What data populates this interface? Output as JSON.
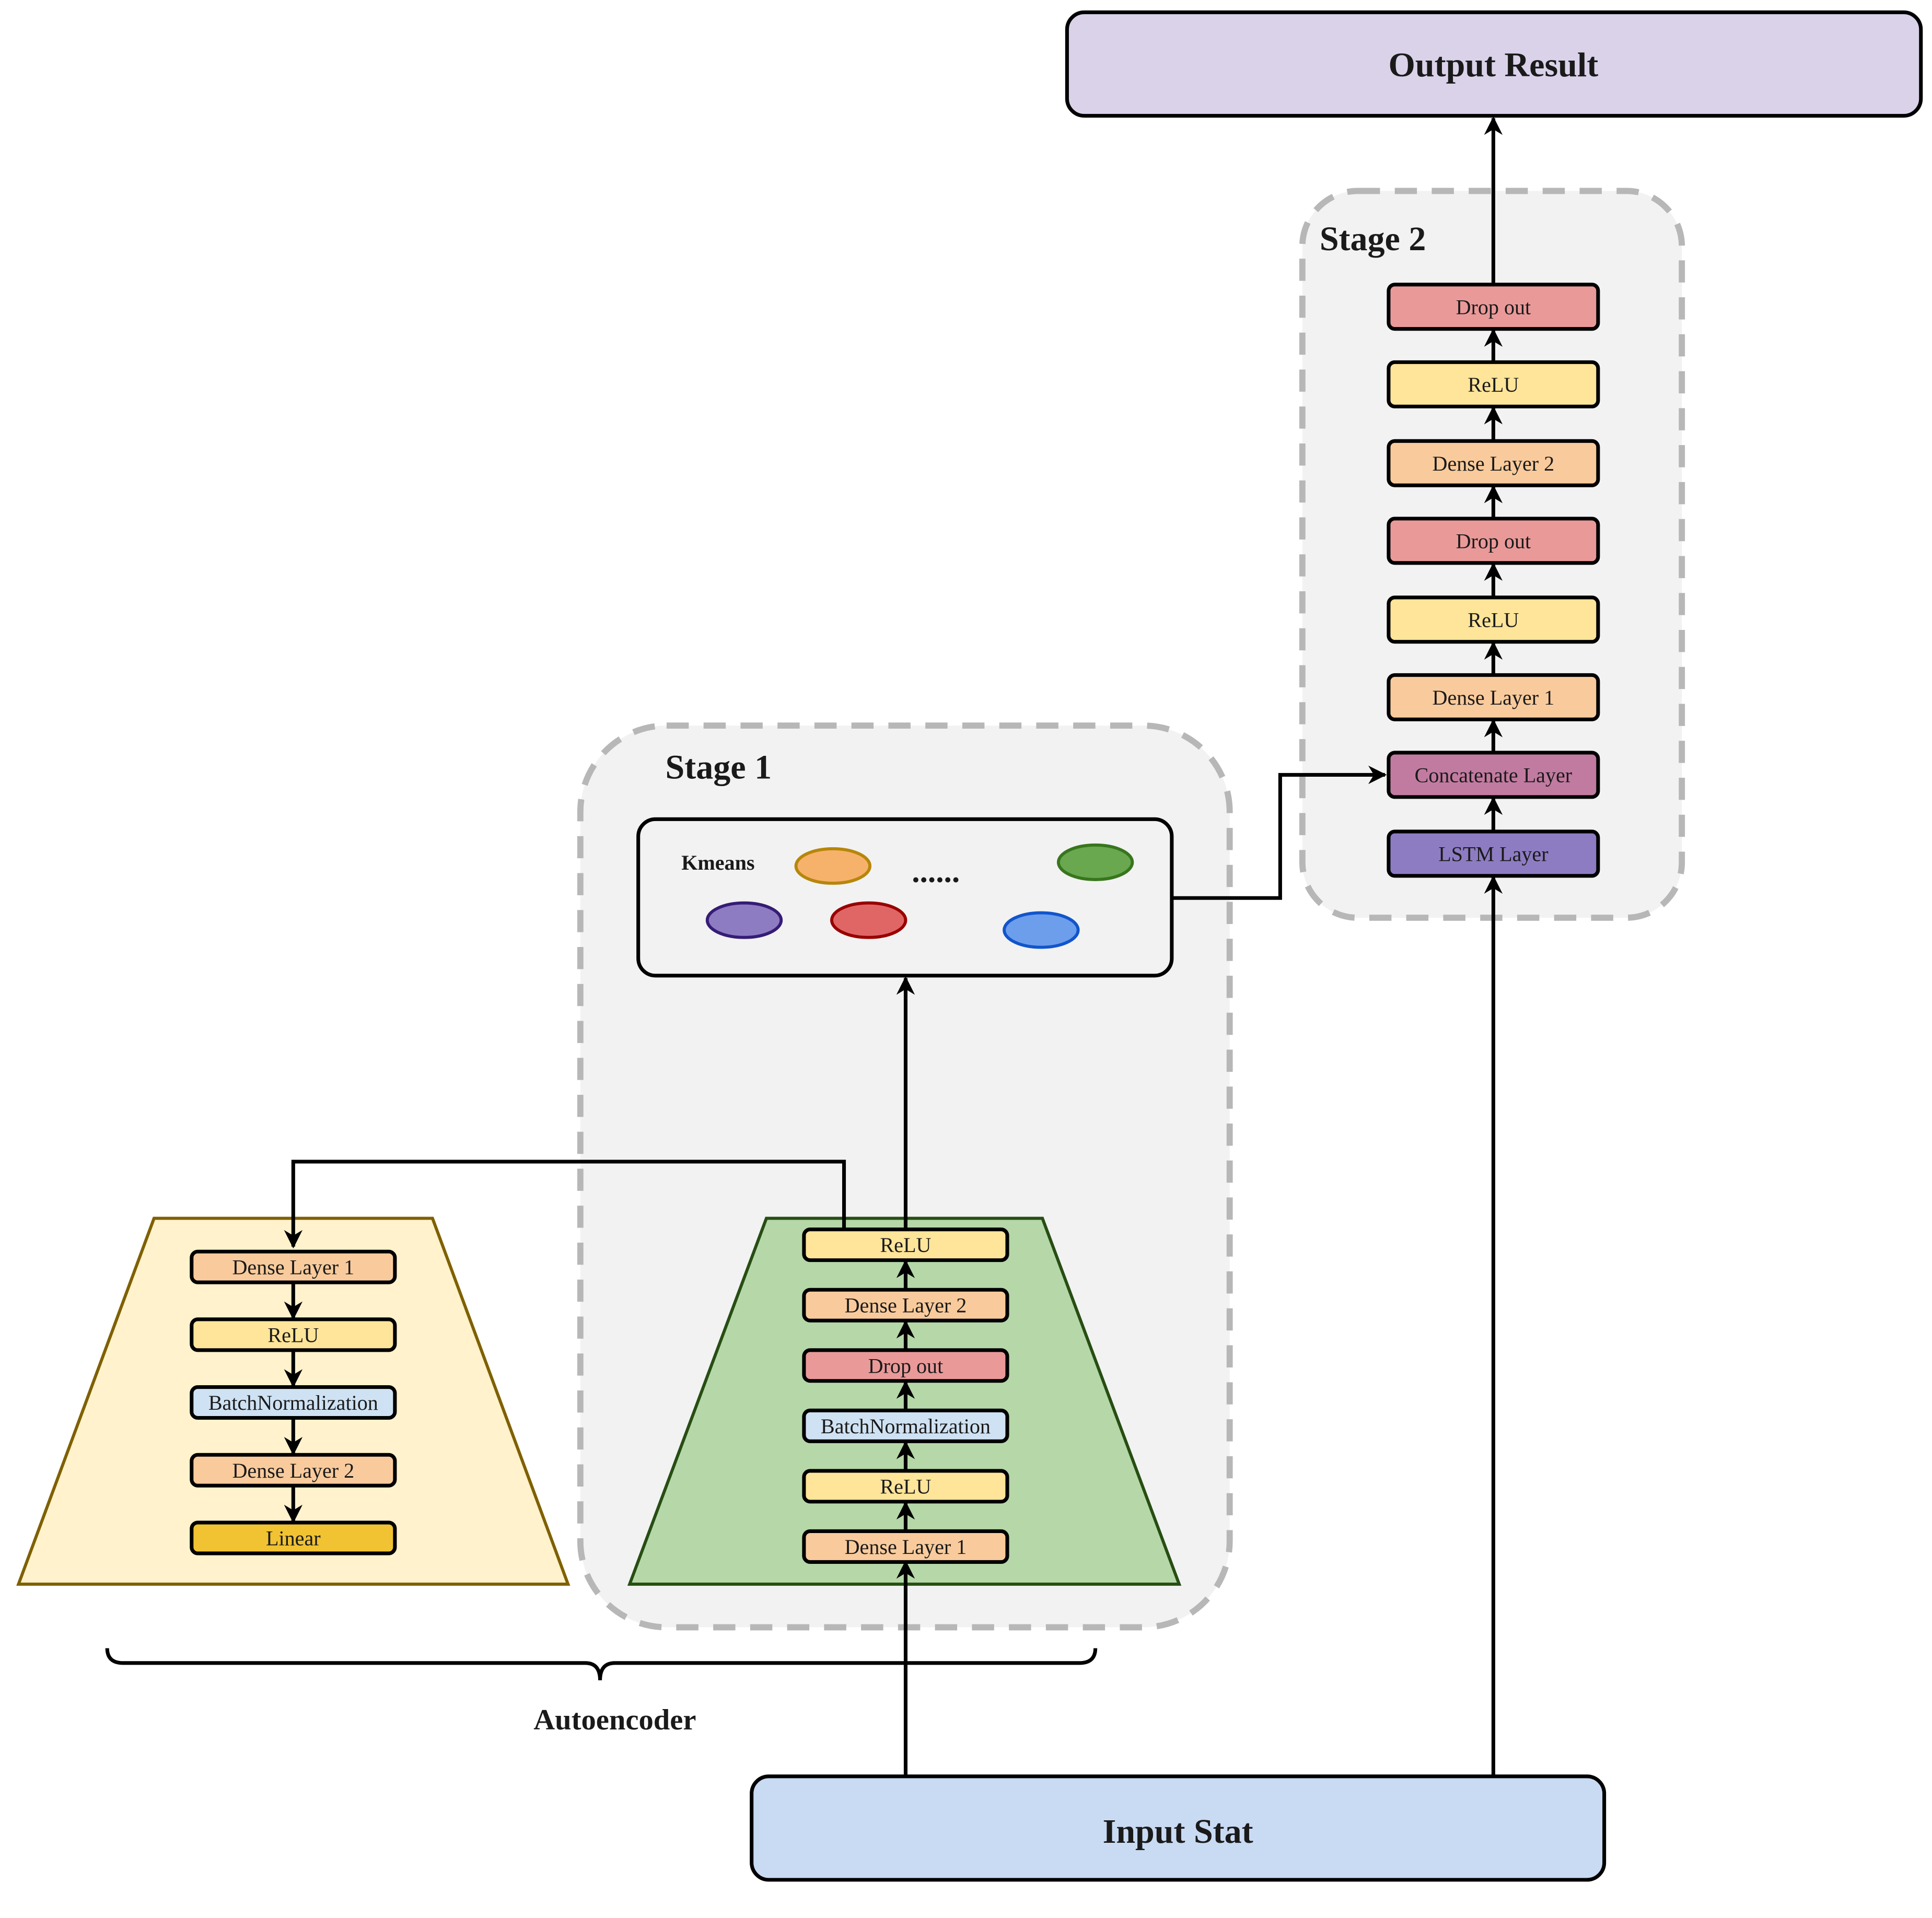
{
  "output": {
    "label": "Output Result",
    "color": "#d9d2e9"
  },
  "input": {
    "label": "Input Stat",
    "color": "#c9daf3"
  },
  "stage1": {
    "title": "Stage 1",
    "kmeans": {
      "label": "Kmeans",
      "ellipsis": "......",
      "clusters": [
        {
          "name": "orange",
          "fill": "#f6b26b",
          "stroke": "#b7860b"
        },
        {
          "name": "green",
          "fill": "#6aa84f",
          "stroke": "#38761d"
        },
        {
          "name": "purple",
          "fill": "#8e7cc3",
          "stroke": "#351c75"
        },
        {
          "name": "red",
          "fill": "#e06666",
          "stroke": "#990000"
        },
        {
          "name": "blue",
          "fill": "#6d9eeb",
          "stroke": "#1155cc"
        }
      ]
    },
    "encoder_layers": [
      {
        "label": "ReLU",
        "type": "relu"
      },
      {
        "label": "Dense Layer 2",
        "type": "dense"
      },
      {
        "label": "Drop out",
        "type": "dropout"
      },
      {
        "label": "BatchNormalization",
        "type": "batchnorm"
      },
      {
        "label": "ReLU",
        "type": "relu"
      },
      {
        "label": "Dense Layer 1",
        "type": "dense"
      }
    ]
  },
  "decoder_layers": [
    {
      "label": "Dense Layer 1",
      "type": "dense"
    },
    {
      "label": "ReLU",
      "type": "relu"
    },
    {
      "label": "BatchNormalization",
      "type": "batchnorm"
    },
    {
      "label": "Dense Layer 2",
      "type": "dense"
    },
    {
      "label": "Linear",
      "type": "linear"
    }
  ],
  "stage2": {
    "title": "Stage 2",
    "layers": [
      {
        "label": "Drop out",
        "type": "dropout"
      },
      {
        "label": "ReLU",
        "type": "relu"
      },
      {
        "label": "Dense Layer 2",
        "type": "dense"
      },
      {
        "label": "Drop out",
        "type": "dropout"
      },
      {
        "label": "ReLU",
        "type": "relu"
      },
      {
        "label": "Dense Layer 1",
        "type": "dense"
      },
      {
        "label": "Concatenate Layer",
        "type": "concat"
      },
      {
        "label": "LSTM Layer",
        "type": "lstm"
      }
    ]
  },
  "autoencoder_label": "Autoencoder",
  "colors": {
    "dense": "#f9cb9c",
    "relu": "#ffe599",
    "dropout": "#ea9999",
    "batchnorm": "#cfe2f3",
    "linear": "#f1c232",
    "concat": "#c27ba0",
    "lstm": "#8e7cc3",
    "stage_bg": "#f2f2f2",
    "stage_border": "#b7b7b7",
    "decoder_bg": "#fff2cc",
    "decoder_border": "#7f6000",
    "encoder_bg": "#b6d7a8",
    "encoder_border": "#274e13"
  }
}
